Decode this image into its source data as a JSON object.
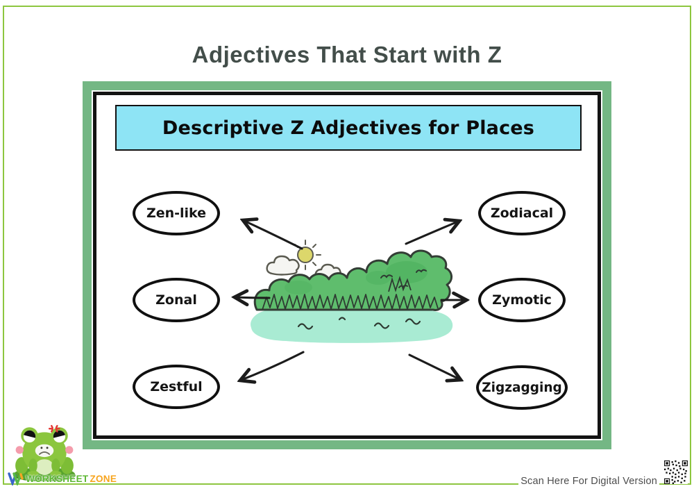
{
  "page": {
    "title": "Adjectives That Start with Z",
    "border_color": "#8dc63f",
    "background": "#ffffff"
  },
  "diagram": {
    "banner": {
      "label": "Descriptive Z Adjectives for Places",
      "bg_color": "#8ee4f5"
    },
    "frame_color": "#74b784",
    "bubbles": [
      {
        "label": "Zen-like"
      },
      {
        "label": "Zodiacal"
      },
      {
        "label": "Zonal"
      },
      {
        "label": "Zymotic"
      },
      {
        "label": "Zestful"
      },
      {
        "label": "Zigzagging"
      }
    ],
    "illustration": {
      "name": "island-forest-scene",
      "tree_color": "#5fbd6d",
      "water_color": "#a9ebd3",
      "sun_color": "#dcd76b"
    }
  },
  "footer": {
    "logo": {
      "worksheet": "WORKSHEET",
      "zone": "ZONE",
      "worksheet_color": "#5cb733",
      "zone_color": "#f7a41d"
    },
    "scan_text": "Scan Here For Digital Version",
    "mascot": "angry-frog-on-lily-pad"
  }
}
